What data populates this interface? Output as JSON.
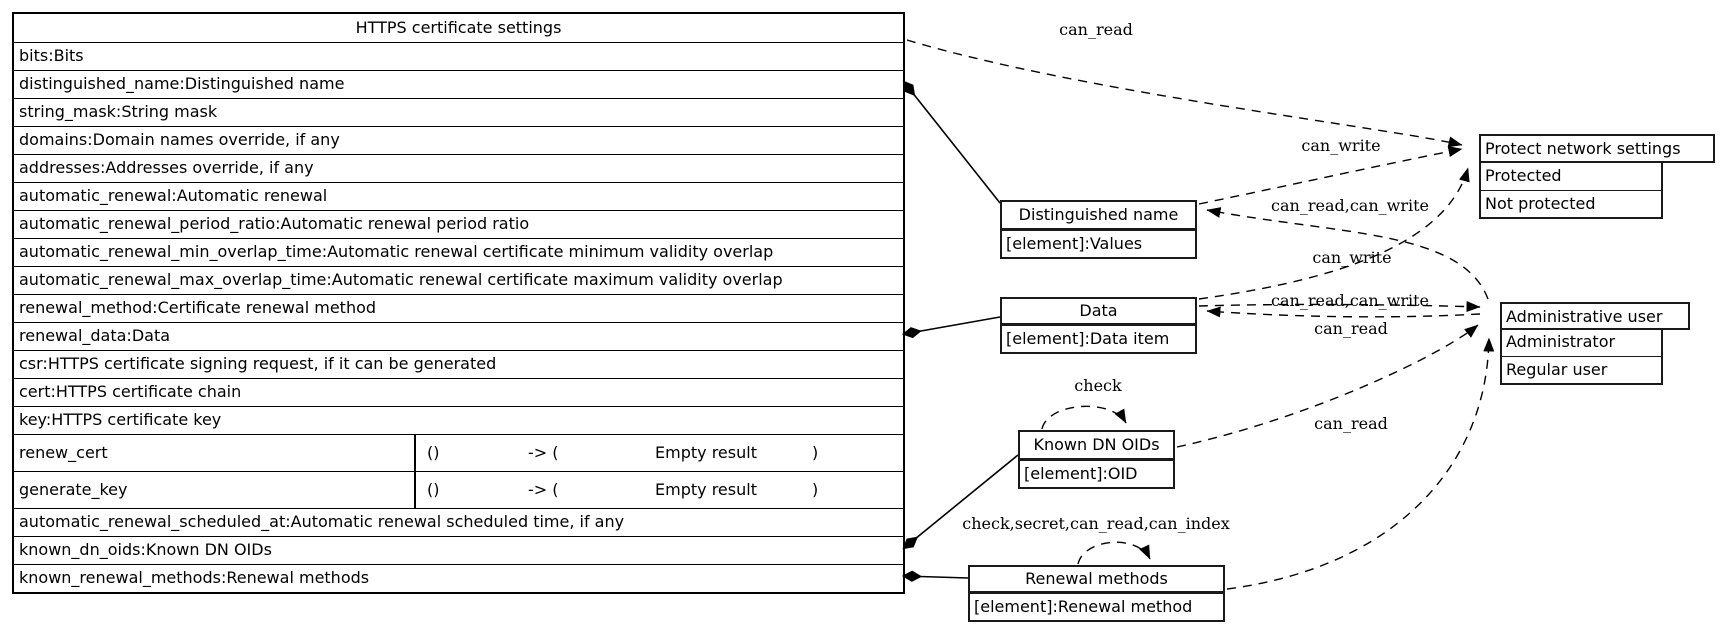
{
  "page": {
    "background": "#ffffff",
    "line_color": "#000000"
  },
  "main_table": {
    "title": "HTTPS certificate settings",
    "attr_rows_top": [
      "bits:Bits",
      "distinguished_name:Distinguished name",
      "string_mask:String mask",
      "domains:Domain names override, if any",
      "addresses:Addresses override, if any",
      "automatic_renewal:Automatic renewal",
      "automatic_renewal_period_ratio:Automatic renewal period ratio",
      "automatic_renewal_min_overlap_time:Automatic renewal certificate minimum validity overlap",
      "automatic_renewal_max_overlap_time:Automatic renewal certificate maximum validity overlap",
      "renewal_method:Certificate renewal method",
      "renewal_data:Data",
      "csr:HTTPS certificate signing request, if it can be generated",
      "cert:HTTPS certificate chain",
      "key:HTTPS certificate key"
    ],
    "methods": [
      {
        "name": "renew_cert",
        "args": "()",
        "arrow": "-> (",
        "result": "Empty result",
        "close": ")"
      },
      {
        "name": "generate_key",
        "args": "()",
        "arrow": "-> (",
        "result": "Empty result",
        "close": ")"
      }
    ],
    "attr_rows_bottom": [
      "automatic_renewal_scheduled_at:Automatic renewal scheduled time, if any",
      "known_dn_oids:Known DN OIDs",
      "known_renewal_methods:Renewal methods"
    ]
  },
  "boxes": {
    "distinguished_name": {
      "title": "Distinguished name",
      "rows": [
        "[element]:Values"
      ]
    },
    "data": {
      "title": "Data",
      "rows": [
        "[element]:Data item"
      ]
    },
    "known_dn_oids": {
      "title": "Known DN OIDs",
      "rows": [
        "[element]:OID"
      ]
    },
    "renewal_methods": {
      "title": "Renewal methods",
      "rows": [
        "[element]:Renewal method"
      ]
    },
    "protect_network_settings": {
      "title": "Protect network settings",
      "rows": [
        "Protected",
        "Not protected"
      ]
    },
    "administrative_user": {
      "title": "Administrative user",
      "rows": [
        "Administrator",
        "Regular user"
      ]
    }
  },
  "edges": {
    "labels": [
      "can_read",
      "can_write",
      "can_read,can_write",
      "can_write",
      "can_read,can_write",
      "can_read",
      "check",
      "can_read",
      "check,secret,can_read,can_index"
    ]
  }
}
